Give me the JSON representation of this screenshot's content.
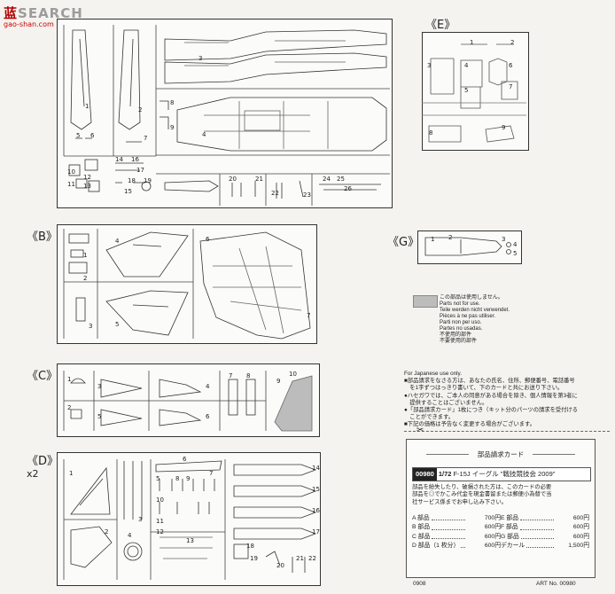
{
  "watermark": {
    "prefix": "蓝",
    "site": "SEARCH",
    "url": "gao-shan.com"
  },
  "sections": {
    "a": "",
    "b": "《B》",
    "c": "《C》",
    "d": "《D》",
    "d_mult": "x2",
    "e": "《E》",
    "g": "《G》"
  },
  "legend_lines": [
    "この部品は使用しません。",
    "Parts not for use.",
    "Teile werden nicht verwendet.",
    "Pièces à ne pas utiliser.",
    "Parti non per uso.",
    "Partes no usadas.",
    "不使用的部件",
    "不要使用的部件"
  ],
  "japanese_notice": [
    "For Japanese use only.",
    "■部品請求をなさる方は、あなたの氏名、住所、郵便番号、電話番号",
    "　を1字ずつはっきり書いて、下のカードと共にお送り下さい。",
    "●ハセガワでは、ご本人の同意がある場合を除き、個人情報を第3者に",
    "　提供することはございません。",
    "●「部品請求カード」1枚につき（キット分のパーツの請求を受付ける",
    "　ことができます。",
    "■下記の価格は予告なく変更する場合がございます。"
  ],
  "card": {
    "title": "部品請求カード",
    "code": "00980",
    "scale": "1/72",
    "product": "F-15J イーグル \"戦技競技会 2009\"",
    "desc": [
      "部品を紛失したり、破損された方は、このカードの必要",
      "部品を◎でかこみ代金を現金書留または郵便小為替で当",
      "社サービス係までお申し込み下さい。"
    ],
    "prices": [
      {
        "name": "A 部品",
        "price": "700円"
      },
      {
        "name": "E 部品",
        "price": "600円"
      },
      {
        "name": "B 部品",
        "price": "600円"
      },
      {
        "name": "F 部品",
        "price": "600円"
      },
      {
        "name": "C 部品",
        "price": "600円"
      },
      {
        "name": "G 部品",
        "price": "600円"
      },
      {
        "name": "D 部品（1 枚分）",
        "price": "600円"
      },
      {
        "name": "デカール",
        "price": "1,500円"
      }
    ]
  },
  "footer": {
    "code": "0908",
    "art": "ART No. 00980"
  },
  "part_numbers": {
    "a": [
      "1",
      "2",
      "3",
      "4",
      "5",
      "6",
      "7",
      "8",
      "9",
      "10",
      "11",
      "12",
      "13",
      "14",
      "15",
      "16",
      "17",
      "18",
      "19",
      "20",
      "21",
      "22",
      "23",
      "24",
      "25",
      "26"
    ],
    "b": [
      "1",
      "2",
      "3",
      "4",
      "5",
      "6",
      "7"
    ],
    "c": [
      "1",
      "2",
      "3",
      "4",
      "5",
      "6",
      "7",
      "8",
      "9",
      "10"
    ],
    "d": [
      "1",
      "2",
      "3",
      "4",
      "5",
      "6",
      "7",
      "8",
      "9",
      "10",
      "11",
      "12",
      "13",
      "14",
      "15",
      "16",
      "17",
      "18",
      "19",
      "20",
      "21",
      "22"
    ],
    "e": [
      "1",
      "2",
      "3",
      "4",
      "5",
      "6",
      "7",
      "8",
      "9"
    ],
    "g": [
      "1",
      "2",
      "3",
      "4",
      "5"
    ]
  }
}
